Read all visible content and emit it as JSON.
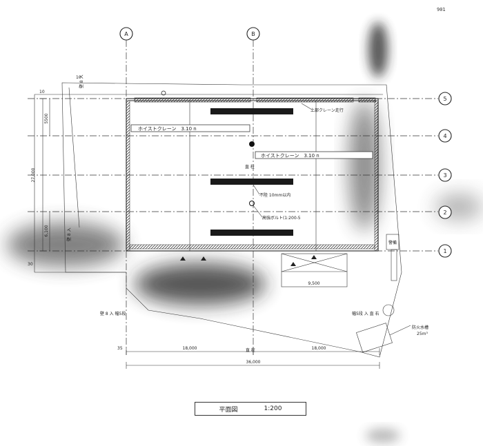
{
  "page_number": "901",
  "grid": {
    "columns": [
      "A",
      "B"
    ],
    "rows": [
      "5",
      "4",
      "3",
      "2",
      "1"
    ]
  },
  "dimensions": {
    "overall_width": "36,000",
    "bay_left": "18,000",
    "bay_right": "18,000",
    "overall_depth": "27,000",
    "top_bay": "5500",
    "bottom_bay": "6,100",
    "shed_width": "9,500",
    "left_offset": "35",
    "edge_top": "10",
    "edge_left": "10",
    "edge_bottom": "30"
  },
  "labels": {
    "hoist_crane_1": "ホイストクレーン　3.10 n",
    "hoist_crane_2": "ホイストクレーン　3.10 n",
    "overhead_crane": "上部クレーン走行",
    "fixed_bar": "不陸 10mm以内",
    "column_note": "高強ボルト(1:200-5",
    "center_mark": "直 柱",
    "bottom_center": "直 柱",
    "left_bottom": "壁 8 入 幅5段",
    "right_bottom": "幅5段 入 直 右",
    "left_side": "壁 8 入",
    "top_side": "壁 8 入",
    "fire_tank": "防火水槽",
    "fire_tank_size": "25m³",
    "guard": "警備"
  },
  "title": {
    "name": "平面図",
    "scale": "1:200"
  },
  "colors": {
    "line": "#222222",
    "crane_rail": "#1a1a1a",
    "smudge": "#3a3a3a"
  }
}
